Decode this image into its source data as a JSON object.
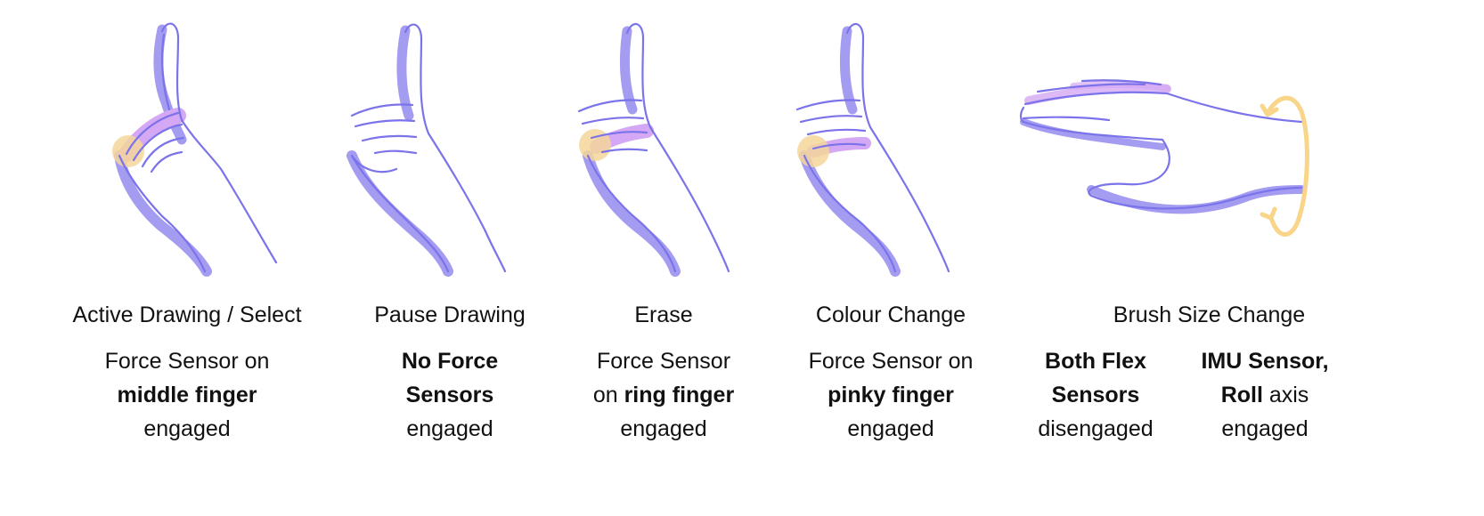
{
  "gestures": [
    {
      "title": "Active Drawing / Select",
      "description": [
        [
          {
            "text": "Force Sensor on",
            "bold": false
          }
        ],
        [
          {
            "text": "middle finger",
            "bold": true
          }
        ],
        [
          {
            "text": "engaged",
            "bold": false
          }
        ]
      ],
      "icon": "hand-middle-finger-pressed-icon"
    },
    {
      "title": "Pause Drawing",
      "description": [
        [
          {
            "text": "No Force",
            "bold": true
          }
        ],
        [
          {
            "text": "Sensors",
            "bold": true
          }
        ],
        [
          {
            "text": "engaged",
            "bold": false
          }
        ]
      ],
      "icon": "hand-open-fingers-icon"
    },
    {
      "title": "Erase",
      "description": [
        [
          {
            "text": "Force Sensor",
            "bold": false
          }
        ],
        [
          {
            "text": "on ",
            "bold": false
          },
          {
            "text": "ring finger",
            "bold": true
          }
        ],
        [
          {
            "text": "engaged",
            "bold": false
          }
        ]
      ],
      "icon": "hand-ring-finger-pressed-icon"
    },
    {
      "title": "Colour Change",
      "description": [
        [
          {
            "text": "Force Sensor on",
            "bold": false
          }
        ],
        [
          {
            "text": "pinky finger",
            "bold": true
          }
        ],
        [
          {
            "text": "engaged",
            "bold": false
          }
        ]
      ],
      "icon": "hand-pinky-finger-pressed-icon"
    },
    {
      "title": "Brush Size Change",
      "description_left": [
        [
          {
            "text": "Both Flex",
            "bold": true
          }
        ],
        [
          {
            "text": "Sensors",
            "bold": true
          }
        ],
        [
          {
            "text": "disengaged",
            "bold": false
          }
        ]
      ],
      "description_right": [
        [
          {
            "text": "IMU Sensor,",
            "bold": true
          }
        ],
        [
          {
            "text": "Roll",
            "bold": true
          },
          {
            "text": " axis",
            "bold": false
          }
        ],
        [
          {
            "text": "engaged",
            "bold": false
          }
        ]
      ],
      "icon": "hand-flat-roll-icon"
    }
  ],
  "colors": {
    "outline": "#7b73ea",
    "shadow": "#a49cf0",
    "finger_highlight": "#d4a8f4",
    "sensor_highlight": "#f5d69a",
    "roll_arrow": "#f8d588",
    "text": "#111111"
  }
}
